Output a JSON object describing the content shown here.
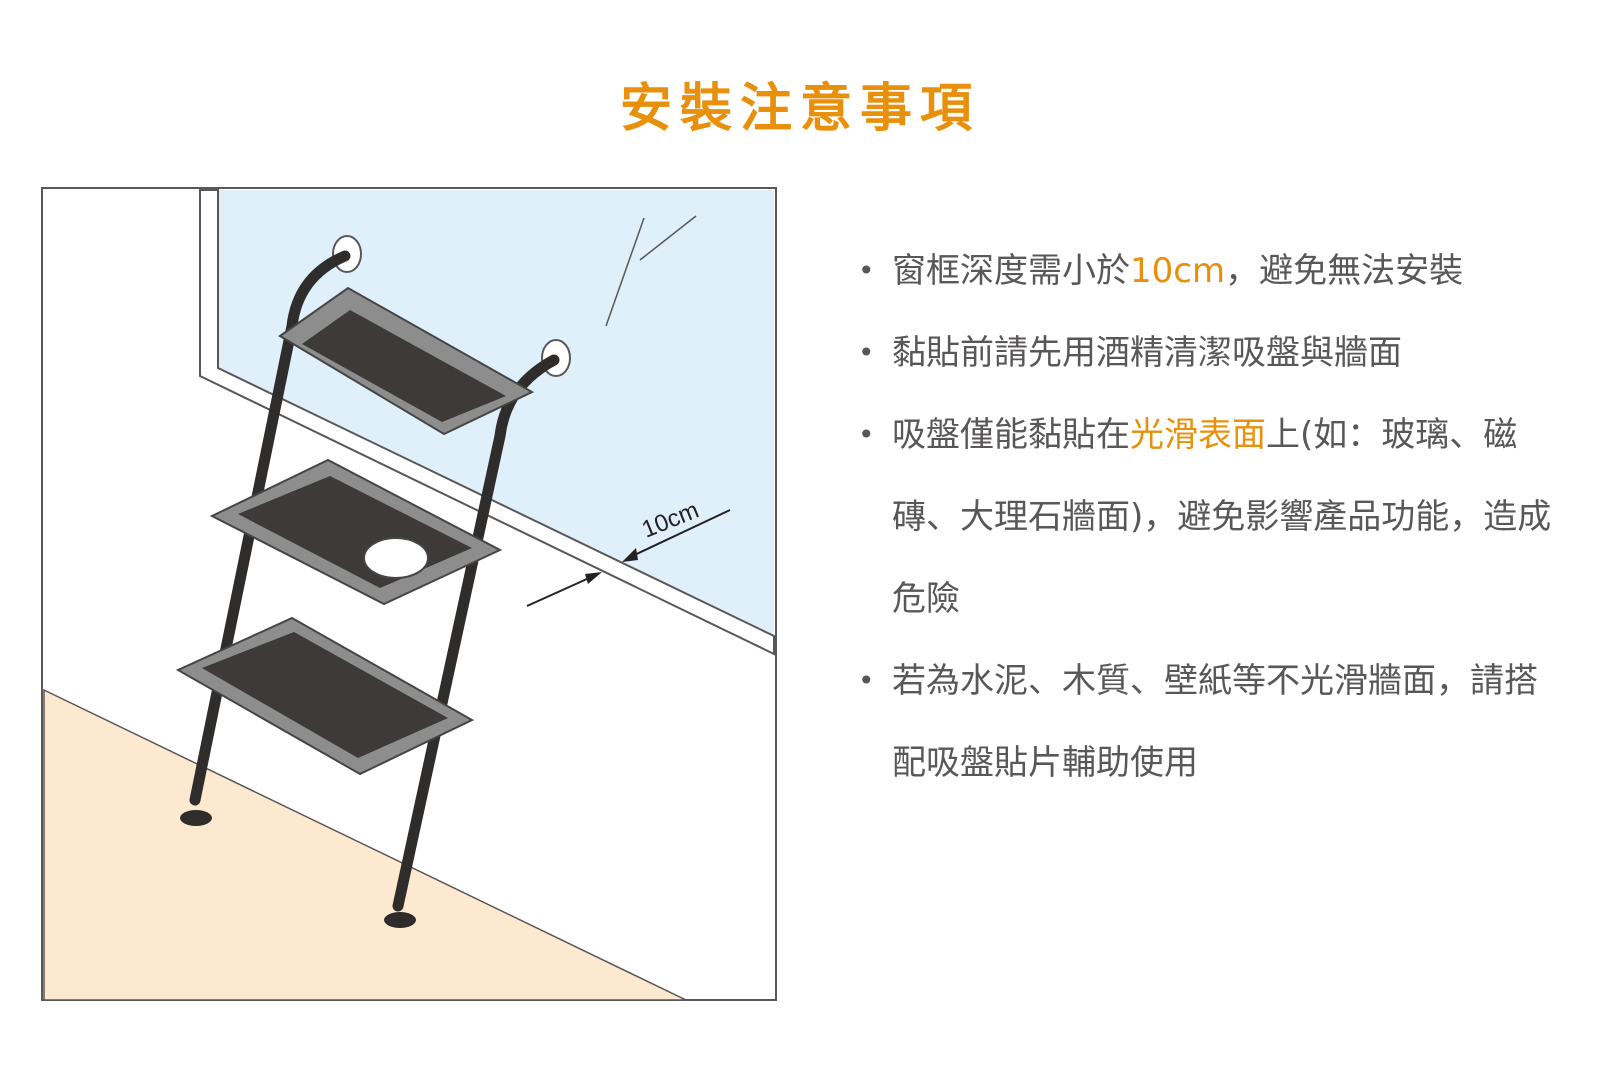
{
  "title": "安裝注意事項",
  "dimension_label": "10cm",
  "notes": [
    {
      "parts": [
        "窗框深度需小於",
        "10cm",
        "，避免無法安裝"
      ]
    },
    {
      "parts": [
        "黏貼前請先用酒精清潔吸盤與牆面",
        "",
        ""
      ]
    },
    {
      "parts": [
        "吸盤僅能黏貼在",
        "光滑表面",
        "上(如：玻璃、磁磚、大理石牆面)，避免影響產品功能，造成危險"
      ]
    },
    {
      "parts": [
        "若為水泥、木質、壁紙等不光滑牆面，請搭配吸盤貼片輔助使用",
        "",
        ""
      ]
    }
  ],
  "colors": {
    "accent": "#e8900c",
    "text": "#595757",
    "floor": "#fde9cf",
    "glass": "#dff0fb"
  }
}
